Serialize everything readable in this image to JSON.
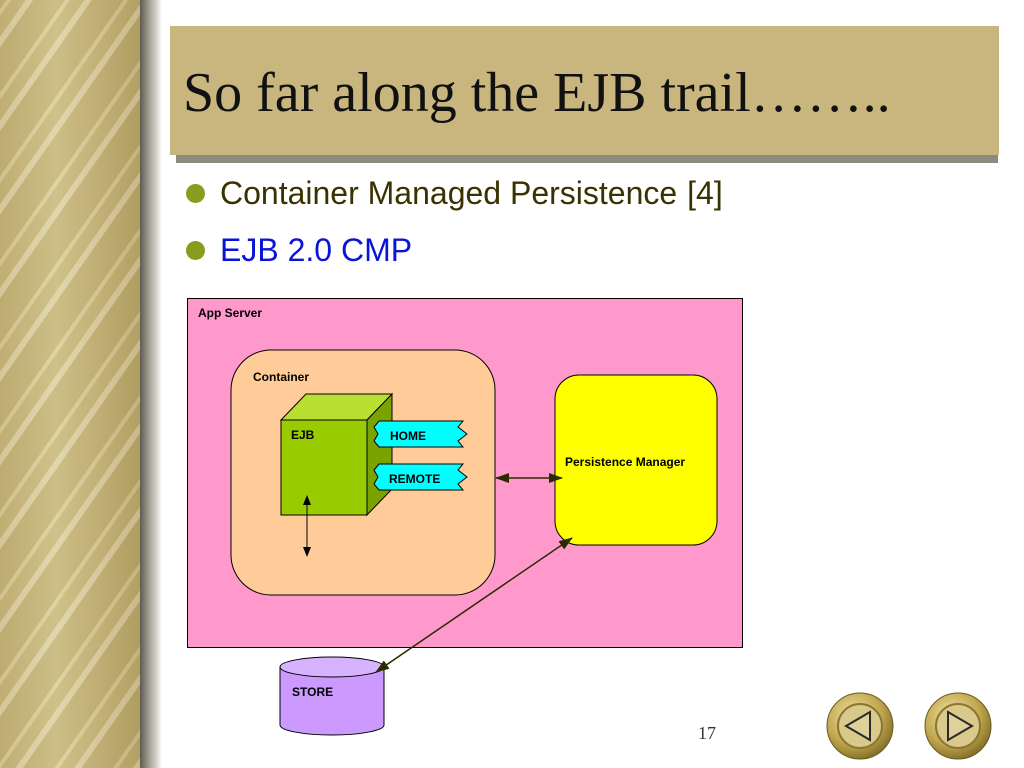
{
  "slide": {
    "title": "So far along the EJB trail……..",
    "page_number": "17"
  },
  "bullets": [
    {
      "text": "Container Managed Persistence",
      "ref": "[4]"
    },
    {
      "text": "EJB 2.0 CMP"
    }
  ],
  "diagram": {
    "app_server_label": "App Server",
    "container_label": "Container",
    "ejb_label": "EJB",
    "home_label": "HOME",
    "remote_label": "REMOTE",
    "persistence_manager_label": "Persistence Manager",
    "store_label": "STORE",
    "colors": {
      "app_server_fill": "#ff99cc",
      "container_fill": "#ffcc99",
      "ejb_fill": "#99cc00",
      "interface_fill": "#00ffff",
      "persistence_manager_fill": "#ffff00",
      "store_fill": "#cc99ff"
    }
  },
  "navigation": {
    "prev_icon": "triangle-left-icon",
    "next_icon": "triangle-right-icon"
  },
  "theme": {
    "title_bar_color": "#c8b67e",
    "bullet_color": "#8a9c1e",
    "ref_color": "#e00000",
    "link_color": "#0a14d6"
  }
}
